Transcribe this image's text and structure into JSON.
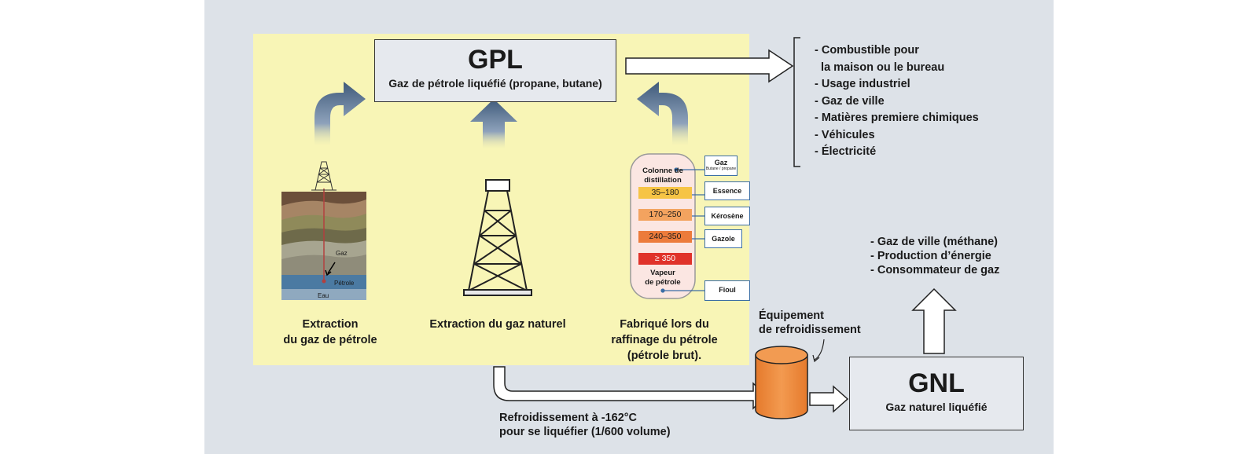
{
  "gpl": {
    "title": "GPL",
    "subtitle": "Gaz de pétrole liquéfié (propane, butane)"
  },
  "gnl": {
    "title": "GNL",
    "subtitle": "Gaz naturel liquéfié"
  },
  "sources": [
    {
      "line1": "Extraction",
      "line2": "du gaz de pétrole"
    },
    {
      "line1": "Extraction du gaz naturel"
    },
    {
      "line1": "Fabriqué lors du",
      "line2": "raffinage du pétrole",
      "line3": "(pétrole brut)."
    }
  ],
  "strata_labels": {
    "gas": "Gaz",
    "oil": "Pétrole",
    "water": "Eau"
  },
  "distillation": {
    "title_line1": "Colonne de",
    "title_line2": "distillation",
    "bottom_line1": "Vapeur",
    "bottom_line2": "de pétrole",
    "fractions": [
      {
        "range": "35–180",
        "color": "#f6c445"
      },
      {
        "range": "170–250",
        "color": "#f3a35f"
      },
      {
        "range": "240–350",
        "color": "#ec7b3b"
      },
      {
        "range": "≥ 350",
        "color": "#e0322a"
      }
    ],
    "outputs": [
      {
        "label": "Gaz",
        "sub": "Butane / propane"
      },
      {
        "label": "Essence"
      },
      {
        "label": "Kérosène"
      },
      {
        "label": "Gazole"
      },
      {
        "label": "Fioul"
      }
    ]
  },
  "gpl_uses": [
    "- Combustible pour",
    "  la maison ou le bureau",
    "- Usage industriel",
    "- Gaz de ville",
    "- Matières premiere chimiques",
    "- Véhicules",
    "- Électricité"
  ],
  "gnl_uses": [
    "- Gaz de ville (méthane)",
    "- Production d’énergie",
    "- Consommateur de gaz"
  ],
  "cooling": {
    "equipment_line1": "Équipement",
    "equipment_line2": "de refroidissement",
    "process_line1": "Refroidissement à -162°C",
    "process_line2": "pour se liquéfier (1/600 volume)"
  },
  "colors": {
    "panel": "#dde2e8",
    "yellow_area": "#f8f5b6",
    "tank": "#ef8a3c",
    "arrow_blue": "#4f6a8a",
    "water_layer": "#6b93b2"
  }
}
